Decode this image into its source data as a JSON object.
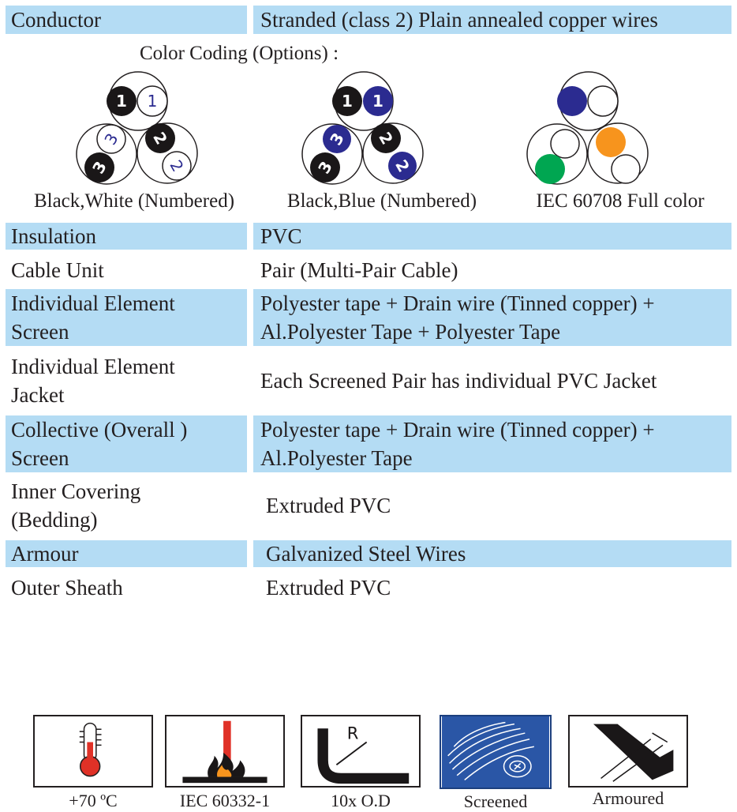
{
  "colors": {
    "band": "#b4dcf4",
    "black": "#1a1718",
    "blue": "#2b2b90",
    "orange": "#f7941d",
    "green": "#00a651",
    "flame_red": "#e03127",
    "screen_blue": "#2a56a6"
  },
  "specs": {
    "conductor": {
      "label": "Conductor",
      "value": "Stranded (class 2) Plain annealed copper wires"
    },
    "insulation": {
      "label": "Insulation",
      "value": "PVC"
    },
    "cable_unit": {
      "label": "Cable Unit",
      "value": "Pair (Multi-Pair Cable)"
    },
    "element_screen": {
      "label": [
        "Individual Element",
        "Screen"
      ],
      "value": [
        "Polyester tape + Drain wire (Tinned copper) +",
        "Al.Polyester Tape + Polyester Tape"
      ]
    },
    "element_jacket": {
      "label": [
        "Individual Element",
        "Jacket"
      ],
      "value": "Each Screened Pair has individual PVC Jacket"
    },
    "collective_screen": {
      "label": [
        "Collective (Overall )",
        "Screen"
      ],
      "value": [
        "Polyester tape + Drain wire (Tinned copper) +",
        "Al.Polyester Tape"
      ]
    },
    "inner_covering": {
      "label": [
        "Inner Covering",
        "(Bedding)"
      ],
      "value": "Extruded PVC"
    },
    "armour": {
      "label": "Armour",
      "value": "Galvanized Steel Wires"
    },
    "outer_sheath": {
      "label": "Outer Sheath",
      "value": "Extruded PVC"
    }
  },
  "color_coding": {
    "title": "Color Coding (Options) :",
    "options": [
      {
        "label": "Black,White (Numbered)",
        "numbers": [
          "1",
          "1",
          "3",
          "3",
          "2",
          "2"
        ]
      },
      {
        "label": "Black,Blue (Numbered)",
        "numbers": [
          "1",
          "1",
          "3",
          "3",
          "2",
          "2"
        ]
      },
      {
        "label": "IEC 60708 Full color"
      }
    ]
  },
  "icons": [
    {
      "icon": "thermometer-icon",
      "label": "+70 ºC"
    },
    {
      "icon": "flame-icon",
      "label": "IEC 60332-1"
    },
    {
      "icon": "bend-radius-icon",
      "label": "10x O.D",
      "glyph": "R"
    },
    {
      "icon": "screen-icon",
      "label": "Screened"
    },
    {
      "icon": "armour-icon",
      "label": "Armoured"
    }
  ]
}
